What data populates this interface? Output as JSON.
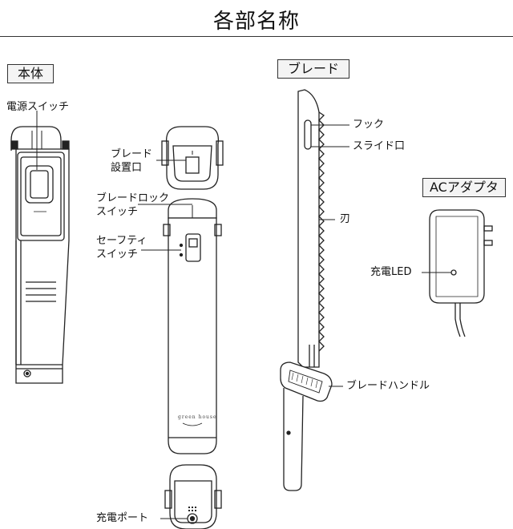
{
  "title": "各部名称",
  "sections": {
    "body": "本体",
    "blade": "ブレード",
    "adapter": "ACアダプタ"
  },
  "callouts": {
    "power_switch": "電源スイッチ",
    "blade_mount_line1": "ブレード",
    "blade_mount_line2": "設置口",
    "blade_lock_line1": "ブレードロック",
    "blade_lock_line2": "スイッチ",
    "safety_line1": "セーフティ",
    "safety_line2": "スイッチ",
    "charging_port": "充電ポート",
    "hook": "フック",
    "slide_port": "スライド口",
    "edge": "刃",
    "blade_handle": "ブレードハンドル",
    "charging_led": "充電LED"
  },
  "product_marks": {
    "brand": "green house"
  }
}
